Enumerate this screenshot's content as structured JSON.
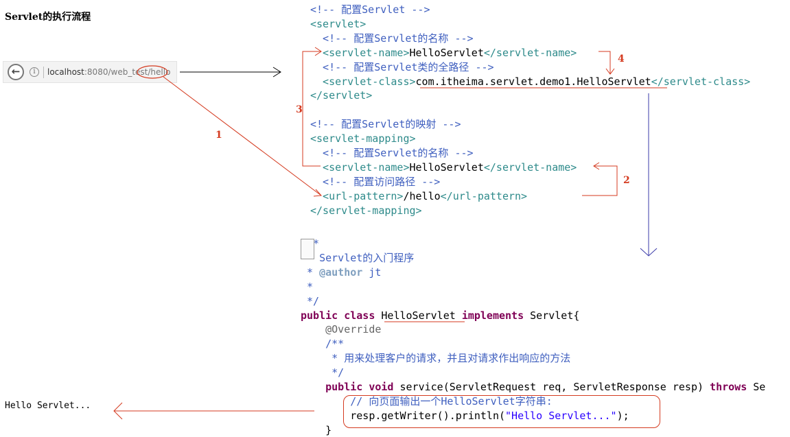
{
  "title": "Servlet的执行流程",
  "browser": {
    "url_host": "localhost",
    "url_port": ":8080",
    "url_path": "/web_test",
    "url_highlight": "/hello"
  },
  "xml": {
    "lines": [
      {
        "parts": [
          {
            "c": "comment",
            "t": "<!-- 配置Servlet -->"
          }
        ]
      },
      {
        "parts": [
          {
            "c": "tag",
            "t": "<servlet>"
          }
        ]
      },
      {
        "parts": [
          {
            "c": "comment",
            "t": "  <!-- 配置Servlet的名称 -->"
          }
        ]
      },
      {
        "parts": [
          {
            "c": "tag",
            "t": "  <servlet-name>"
          },
          {
            "c": "text",
            "t": "HelloServlet"
          },
          {
            "c": "tag",
            "t": "</servlet-name>"
          }
        ]
      },
      {
        "parts": [
          {
            "c": "comment",
            "t": "  <!-- 配置Servlet类的全路径 -->"
          }
        ]
      },
      {
        "parts": [
          {
            "c": "tag",
            "t": "  <servlet-class>"
          },
          {
            "c": "text",
            "t": "com.itheima.servlet.demo1.HelloServlet"
          },
          {
            "c": "tag",
            "t": "</servlet-class>"
          }
        ]
      },
      {
        "parts": [
          {
            "c": "tag",
            "t": "</servlet>"
          }
        ]
      },
      {
        "parts": [
          {
            "c": "text",
            "t": ""
          }
        ]
      },
      {
        "parts": [
          {
            "c": "comment",
            "t": "<!-- 配置Servlet的映射 -->"
          }
        ]
      },
      {
        "parts": [
          {
            "c": "tag",
            "t": "<servlet-mapping>"
          }
        ]
      },
      {
        "parts": [
          {
            "c": "comment",
            "t": "  <!-- 配置Servlet的名称 -->"
          }
        ]
      },
      {
        "parts": [
          {
            "c": "tag",
            "t": "  <servlet-name>"
          },
          {
            "c": "text",
            "t": "HelloServlet"
          },
          {
            "c": "tag",
            "t": "</servlet-name>"
          }
        ]
      },
      {
        "parts": [
          {
            "c": "comment",
            "t": "  <!-- 配置访问路径 -->"
          }
        ]
      },
      {
        "parts": [
          {
            "c": "tag",
            "t": "  <url-pattern>"
          },
          {
            "c": "text",
            "t": "/hello"
          },
          {
            "c": "tag",
            "t": "</url-pattern>"
          }
        ]
      },
      {
        "parts": [
          {
            "c": "tag",
            "t": "</servlet-mapping>"
          }
        ]
      }
    ]
  },
  "java": {
    "lines": [
      {
        "parts": [
          {
            "c": "jdc",
            "t": "/**"
          }
        ]
      },
      {
        "parts": [
          {
            "c": "jdc",
            "t": " * Servlet的入门程序"
          }
        ]
      },
      {
        "parts": [
          {
            "c": "jdc",
            "t": " * "
          },
          {
            "c": "jdtag",
            "t": "@author"
          },
          {
            "c": "jdc",
            "t": " jt"
          }
        ]
      },
      {
        "parts": [
          {
            "c": "jdc",
            "t": " *"
          }
        ]
      },
      {
        "parts": [
          {
            "c": "jdc",
            "t": " */"
          }
        ]
      },
      {
        "parts": [
          {
            "c": "kw",
            "t": "public class "
          },
          {
            "c": "text",
            "t": "HelloServlet "
          },
          {
            "c": "kw",
            "t": "implements "
          },
          {
            "c": "text",
            "t": "Servlet{"
          }
        ]
      },
      {
        "parts": [
          {
            "c": "ann",
            "t": "    @Override"
          }
        ]
      },
      {
        "parts": [
          {
            "c": "jdc",
            "t": "    /**"
          }
        ]
      },
      {
        "parts": [
          {
            "c": "jdc",
            "t": "     * 用来处理客户的请求，并且对请求作出响应的方法"
          }
        ]
      },
      {
        "parts": [
          {
            "c": "jdc",
            "t": "     */"
          }
        ]
      },
      {
        "parts": [
          {
            "c": "kw",
            "t": "    public void "
          },
          {
            "c": "text",
            "t": "service(ServletRequest req, ServletResponse resp) "
          },
          {
            "c": "kw",
            "t": "throws "
          },
          {
            "c": "text",
            "t": "Se"
          }
        ]
      },
      {
        "parts": [
          {
            "c": "comment",
            "t": "        // 向页面输出一个HelloServlet字符串:"
          }
        ]
      },
      {
        "parts": [
          {
            "c": "text",
            "t": "        resp.getWriter().println("
          },
          {
            "c": "str",
            "t": "\"Hello Servlet...\""
          },
          {
            "c": "text",
            "t": ");"
          }
        ]
      },
      {
        "parts": [
          {
            "c": "text",
            "t": "    }"
          }
        ]
      }
    ]
  },
  "annotations": {
    "n1": "1",
    "n2": "2",
    "n3": "3",
    "n4": "4"
  },
  "output": "Hello Servlet...",
  "colors": {
    "accent_red": "#d43a1f",
    "arrow_black": "#000000",
    "arrow_blue": "#3a3aa8"
  }
}
